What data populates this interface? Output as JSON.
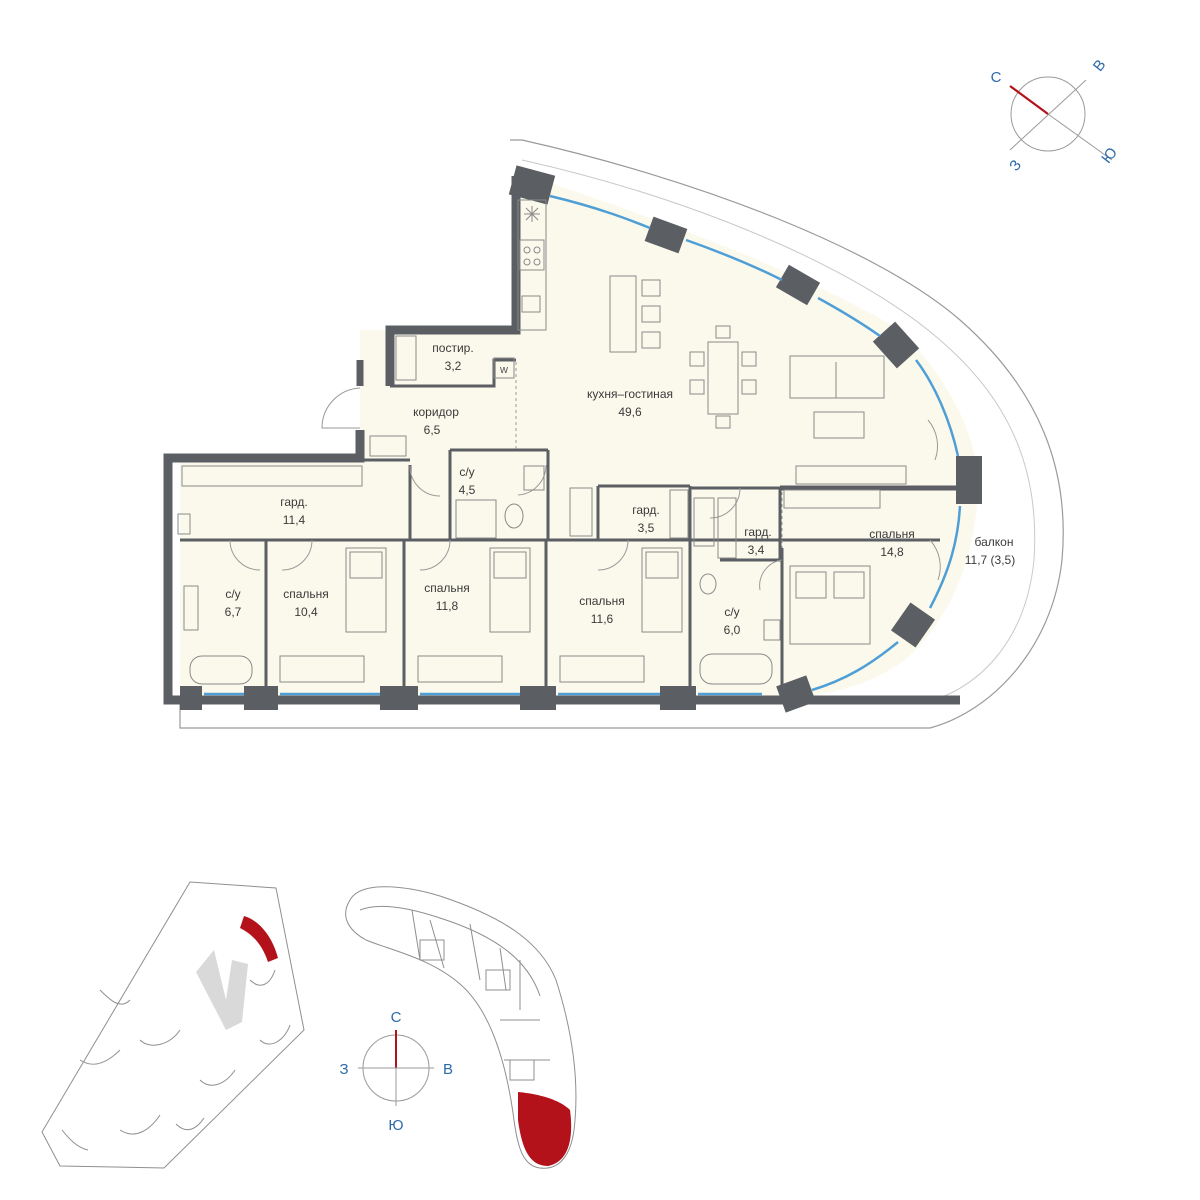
{
  "colors": {
    "wall": "#5b5f63",
    "floor": "#fbf9ec",
    "window": "#4f9fd6",
    "accent": "#b4121a",
    "compass_text": "#2d6aa8",
    "line": "#9a9a9a"
  },
  "rooms": [
    {
      "id": "kitchen",
      "name": "кухня–гостиная",
      "area": "49,6"
    },
    {
      "id": "pantry",
      "name": "постир.",
      "area": "3,2"
    },
    {
      "id": "corridor",
      "name": "коридор",
      "area": "6,5"
    },
    {
      "id": "wardrobe-main",
      "name": "гард.",
      "area": "11,4"
    },
    {
      "id": "bath-center",
      "name": "с/у",
      "area": "4,5"
    },
    {
      "id": "wardrobe-a",
      "name": "гард.",
      "area": "3,5"
    },
    {
      "id": "wardrobe-b",
      "name": "гард.",
      "area": "3,4"
    },
    {
      "id": "master",
      "name": "спальня",
      "area": "14,8"
    },
    {
      "id": "balcony",
      "name": "балкон",
      "area": "11,7 (3,5)"
    },
    {
      "id": "bath-left",
      "name": "с/у",
      "area": "6,7"
    },
    {
      "id": "bedroom-1",
      "name": "спальня",
      "area": "10,4"
    },
    {
      "id": "bedroom-2",
      "name": "спальня",
      "area": "11,8"
    },
    {
      "id": "bedroom-3",
      "name": "спальня",
      "area": "11,6"
    },
    {
      "id": "bath-right",
      "name": "с/у",
      "area": "6,0"
    }
  ],
  "compass_top": {
    "n": "С",
    "e": "В",
    "s": "Ю",
    "w": "З"
  },
  "compass_bottom": {
    "n": "С",
    "e": "В",
    "s": "Ю",
    "w": "З"
  },
  "icons": {
    "washer": "w",
    "fridge": "snowflake-icon"
  }
}
